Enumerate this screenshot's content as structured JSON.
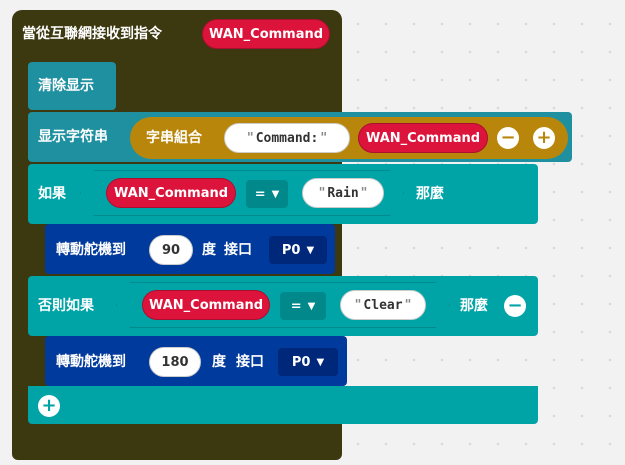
{
  "event": {
    "label": "當從互聯網接收到指令",
    "var": "WAN_Command"
  },
  "clear": {
    "label": "清除显示"
  },
  "show": {
    "label": "显示字符串",
    "join_label": "字串組合",
    "str": "Command: ",
    "var": "WAN_Command"
  },
  "if_block": {
    "if_label": "如果",
    "then_label": "那麼",
    "var1": "WAN_Command",
    "op1": "=",
    "str1": "Rain",
    "elseif_label": "否則如果",
    "var2": "WAN_Command",
    "op2": "=",
    "str2": "Clear"
  },
  "servo1": {
    "label": "轉動舵機到",
    "value": "90",
    "unit": "度",
    "port_label": "接口",
    "port": "P0"
  },
  "servo2": {
    "label": "轉動舵機到",
    "value": "180",
    "unit": "度",
    "port_label": "接口",
    "port": "P0"
  },
  "colors": {
    "event": "#3c3810",
    "screen": "#1e90a0",
    "join": "#b8860b",
    "variable": "#dc143c",
    "logic": "#00a4a6",
    "servo": "#003a9c"
  }
}
